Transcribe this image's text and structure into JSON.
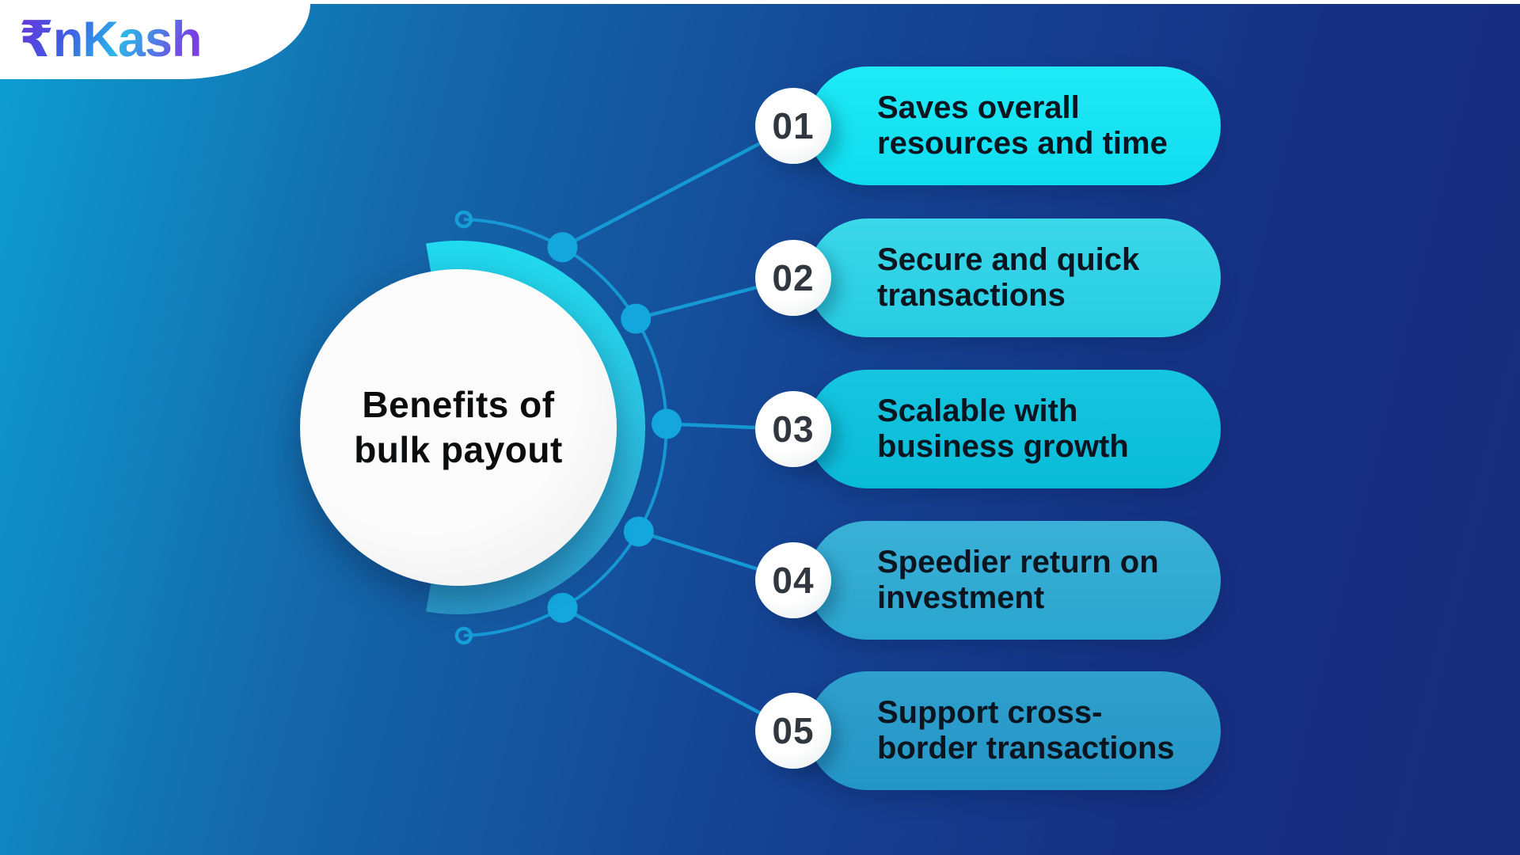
{
  "brand": {
    "name": "EnKash",
    "mark": "₹",
    "wordmark_rest": "nKash"
  },
  "center_circle": {
    "line1": "Benefits of",
    "line2": "bulk payout"
  },
  "items": [
    {
      "number": "01",
      "line1": "Saves overall",
      "line2": "resources and time",
      "pill_color_top": "#1feaf6",
      "pill_color_bottom": "#0fdcef"
    },
    {
      "number": "02",
      "line1": "Secure and quick",
      "line2": "transactions",
      "pill_color_top": "#3ad8e9",
      "pill_color_bottom": "#27cce1"
    },
    {
      "number": "03",
      "line1": "Scalable with",
      "line2": "business growth",
      "pill_color_top": "#16c6e0",
      "pill_color_bottom": "#0abbd8"
    },
    {
      "number": "04",
      "line1": "Speedier return on",
      "line2": "investment",
      "pill_color_top": "#3ab0d6",
      "pill_color_bottom": "#2ba6cf"
    },
    {
      "number": "05",
      "line1": "Support cross-",
      "line2": "border transactions",
      "pill_color_top": "#2fa0cd",
      "pill_color_bottom": "#2496c6"
    }
  ],
  "colors": {
    "background_gradient_left": "#0d9fd2",
    "background_gradient_right": "#182c7c",
    "connector_cyan": "#1598d3",
    "dot_cyan": "#14a7dd",
    "band_top": "#20dbef",
    "band_bottom": "#2b99ca",
    "number_text": "#31373e",
    "label_text": "#0a1520",
    "title_text": "#0b0c0d"
  }
}
